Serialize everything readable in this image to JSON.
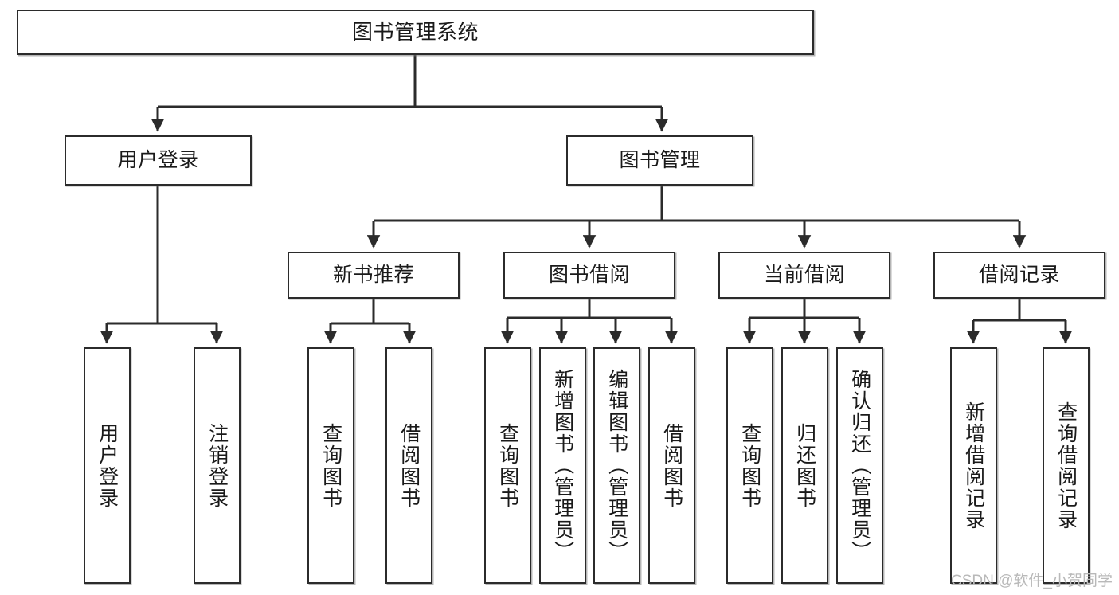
{
  "diagram": {
    "title": "图书管理系统",
    "type": "tree-hierarchy-diagram",
    "watermark": "CSDN @软件_小贺同学",
    "colors": {
      "box_border": "#2b2b2b",
      "box_fill": "#ffffff",
      "edge": "#2b2b2b",
      "text": "#1a1a1a",
      "watermark": "#b9b9b9"
    }
  },
  "nodes": {
    "root": {
      "label": "图书管理系统"
    },
    "level2": [
      {
        "label": "用户登录"
      },
      {
        "label": "图书管理"
      }
    ],
    "level3": [
      {
        "label": "新书推荐"
      },
      {
        "label": "图书借阅"
      },
      {
        "label": "当前借阅"
      },
      {
        "label": "借阅记录"
      }
    ],
    "leaves": {
      "user_login": [
        {
          "label": "用户登录"
        },
        {
          "label": "注销登录"
        }
      ],
      "new_book_recommend": [
        {
          "label": "查询图书"
        },
        {
          "label": "借阅图书"
        }
      ],
      "book_borrow": [
        {
          "label": "查询图书"
        },
        {
          "label": "新增图书（管理员）"
        },
        {
          "label": "编辑图书（管理员）"
        },
        {
          "label": "借阅图书"
        }
      ],
      "current_borrow": [
        {
          "label": "查询图书"
        },
        {
          "label": "归还图书"
        },
        {
          "label": "确认归还（管理员）"
        }
      ],
      "borrow_record": [
        {
          "label": "新增借阅记录"
        },
        {
          "label": "查询借阅记录"
        }
      ]
    }
  }
}
